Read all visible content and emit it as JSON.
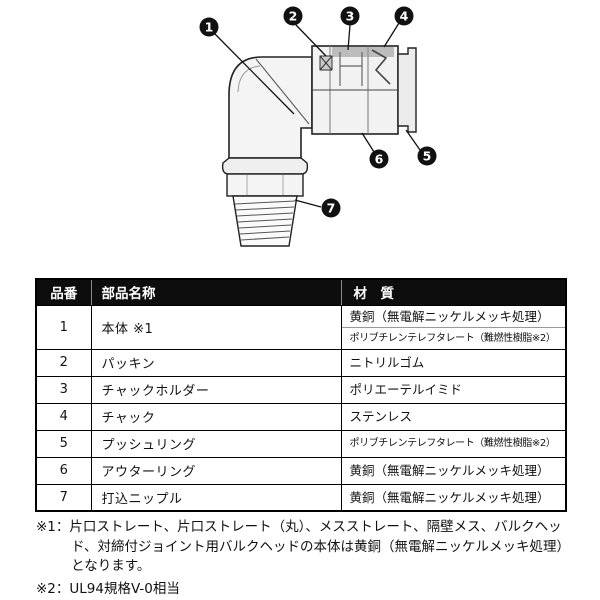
{
  "colors": {
    "table_header_bg": "#0d0d0d",
    "table_header_text": "#ffffff",
    "callout_balloon": "#111111",
    "line_color": "#222222"
  },
  "diagram": {
    "description": "elbow-push-in-fitting-cross-section",
    "callouts": [
      "1",
      "2",
      "3",
      "4",
      "5",
      "6",
      "7"
    ]
  },
  "table": {
    "headers": {
      "no": "品番",
      "name": "部品名称",
      "material": "材　質"
    },
    "rows": [
      {
        "no": "1",
        "name": "本体 ※1",
        "materials": [
          "黄銅（無電解ニッケルメッキ処理）",
          "ポリブチレンテレフタレート（難燃性樹脂※2）"
        ]
      },
      {
        "no": "2",
        "name": "パッキン",
        "materials": [
          "ニトリルゴム"
        ]
      },
      {
        "no": "3",
        "name": "チャックホルダー",
        "materials": [
          "ポリエーテルイミド"
        ]
      },
      {
        "no": "4",
        "name": "チャック",
        "materials": [
          "ステンレス"
        ]
      },
      {
        "no": "5",
        "name": "プッシュリング",
        "materials": [
          "ポリブチレンテレフタレート（難燃性樹脂※2）"
        ]
      },
      {
        "no": "6",
        "name": "アウターリング",
        "materials": [
          "黄銅（無電解ニッケルメッキ処理）"
        ]
      },
      {
        "no": "7",
        "name": "打込ニップル",
        "materials": [
          "黄銅（無電解ニッケルメッキ処理）"
        ]
      }
    ]
  },
  "footnotes": {
    "note1": "※1：片口ストレート、片口ストレート（丸）、メスストレート、隔壁メス、バルクヘッド、対締付ジョイント用バルクヘッドの本体は黄銅（無電解ニッケルメッキ処理）となります。",
    "note2": "※2：UL94規格V-0相当"
  }
}
